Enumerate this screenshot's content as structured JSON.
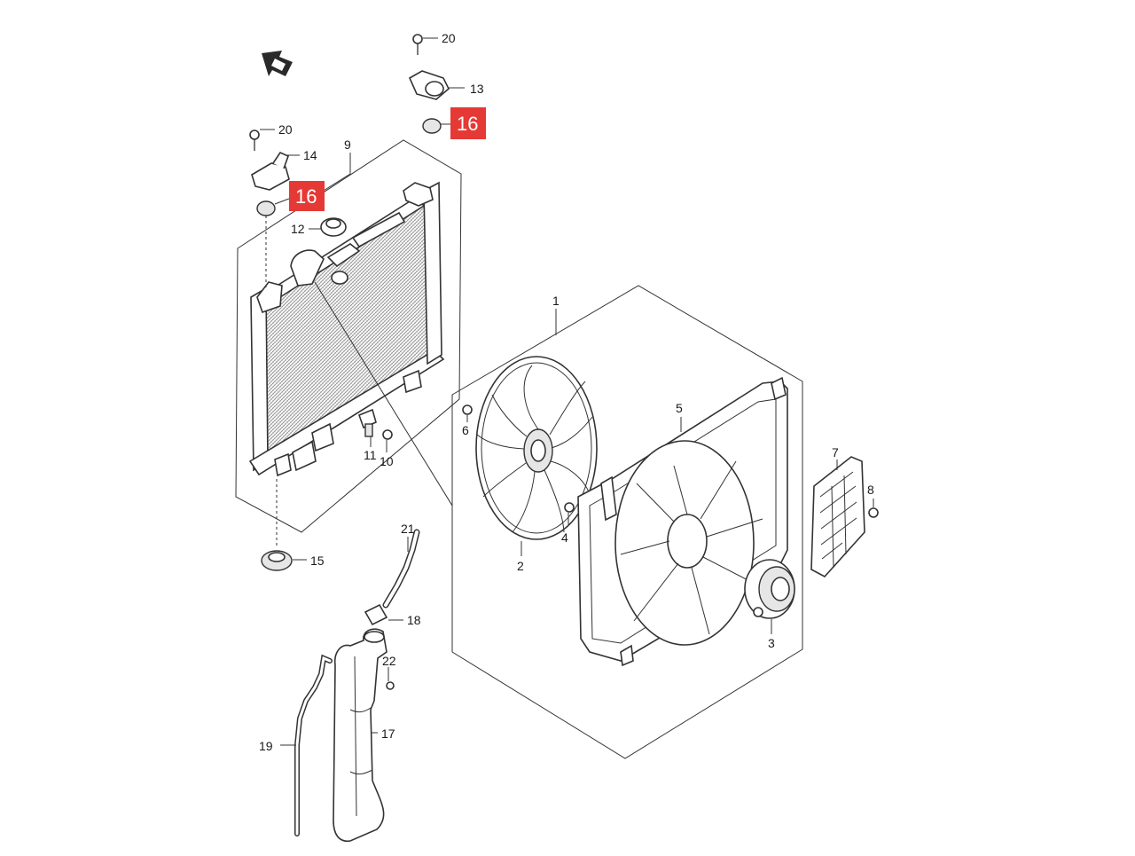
{
  "diagram": {
    "highlight_color": "#e53935",
    "line_color": "#333333",
    "background": "#ffffff",
    "labels": {
      "p1": "1",
      "p2": "2",
      "p3": "3",
      "p4": "4",
      "p5": "5",
      "p6": "6",
      "p7": "7",
      "p8": "8",
      "p9": "9",
      "p10": "10",
      "p11": "11",
      "p12": "12",
      "p13": "13",
      "p14": "14",
      "p15": "15",
      "p16a": "16",
      "p16b": "16",
      "p17": "17",
      "p18": "18",
      "p19": "19",
      "p20a": "20",
      "p20b": "20",
      "p21": "21",
      "p22": "22"
    },
    "icons": {
      "direction": "front-direction-arrow-icon"
    }
  }
}
